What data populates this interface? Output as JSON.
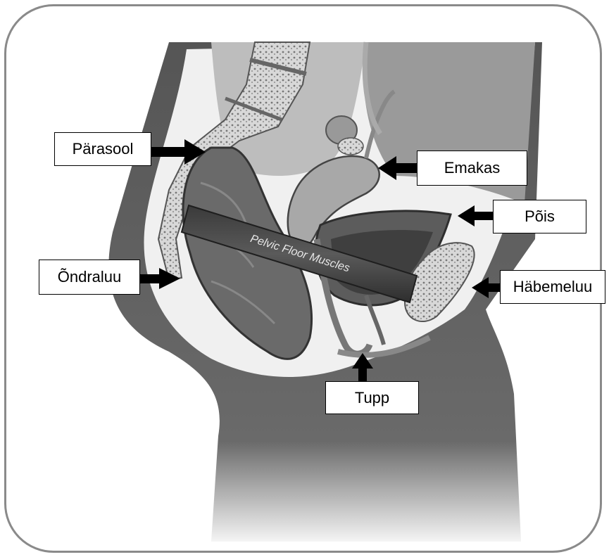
{
  "diagram": {
    "band_text": "Pelvic Floor Muscles",
    "labels": {
      "rectum": "Pärasool",
      "uterus": "Emakas",
      "bladder": "Põis",
      "coccyx": "Õndraluu",
      "pubic_bone": "Häbemeluu",
      "vagina": "Tupp"
    }
  }
}
